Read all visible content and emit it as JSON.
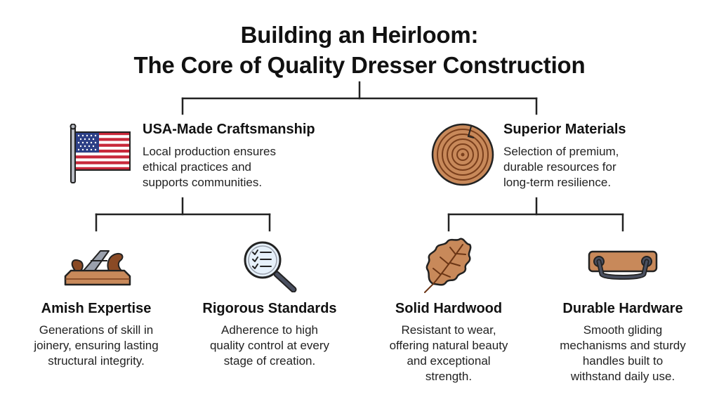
{
  "title": {
    "line1": "Building an Heirloom:",
    "line2": "The Core of Quality Dresser Construction"
  },
  "branches": [
    {
      "heading": "USA-Made Craftsmanship",
      "description": [
        "Local production ensures",
        "ethical practices and",
        "supports communities."
      ],
      "icon": "us-flag-icon",
      "children": [
        {
          "heading": "Amish Expertise",
          "description": [
            "Generations of skill in",
            "joinery, ensuring lasting",
            "structural integrity."
          ],
          "icon": "hand-plane-icon"
        },
        {
          "heading": "Rigorous Standards",
          "description": [
            "Adherence to high",
            "quality control at every",
            "stage of creation."
          ],
          "icon": "magnifier-checklist-icon"
        }
      ]
    },
    {
      "heading": "Superior Materials",
      "description": [
        "Selection of premium,",
        "durable resources for",
        "long-term resilience."
      ],
      "icon": "wood-log-icon",
      "children": [
        {
          "heading": "Solid Hardwood",
          "description": [
            "Resistant to wear,",
            "offering natural beauty",
            "and exceptional",
            "strength."
          ],
          "icon": "oak-leaf-icon"
        },
        {
          "heading": "Durable Hardware",
          "description": [
            "Smooth gliding",
            "mechanisms and sturdy",
            "handles built to",
            "withstand daily use."
          ],
          "icon": "drawer-handle-icon"
        }
      ]
    }
  ],
  "colors": {
    "wood": "#c8895a",
    "wood_dark": "#8a4a25",
    "flag_red": "#c8283a",
    "flag_blue": "#2c3f86",
    "steel": "#4a5060",
    "line": "#222222"
  }
}
